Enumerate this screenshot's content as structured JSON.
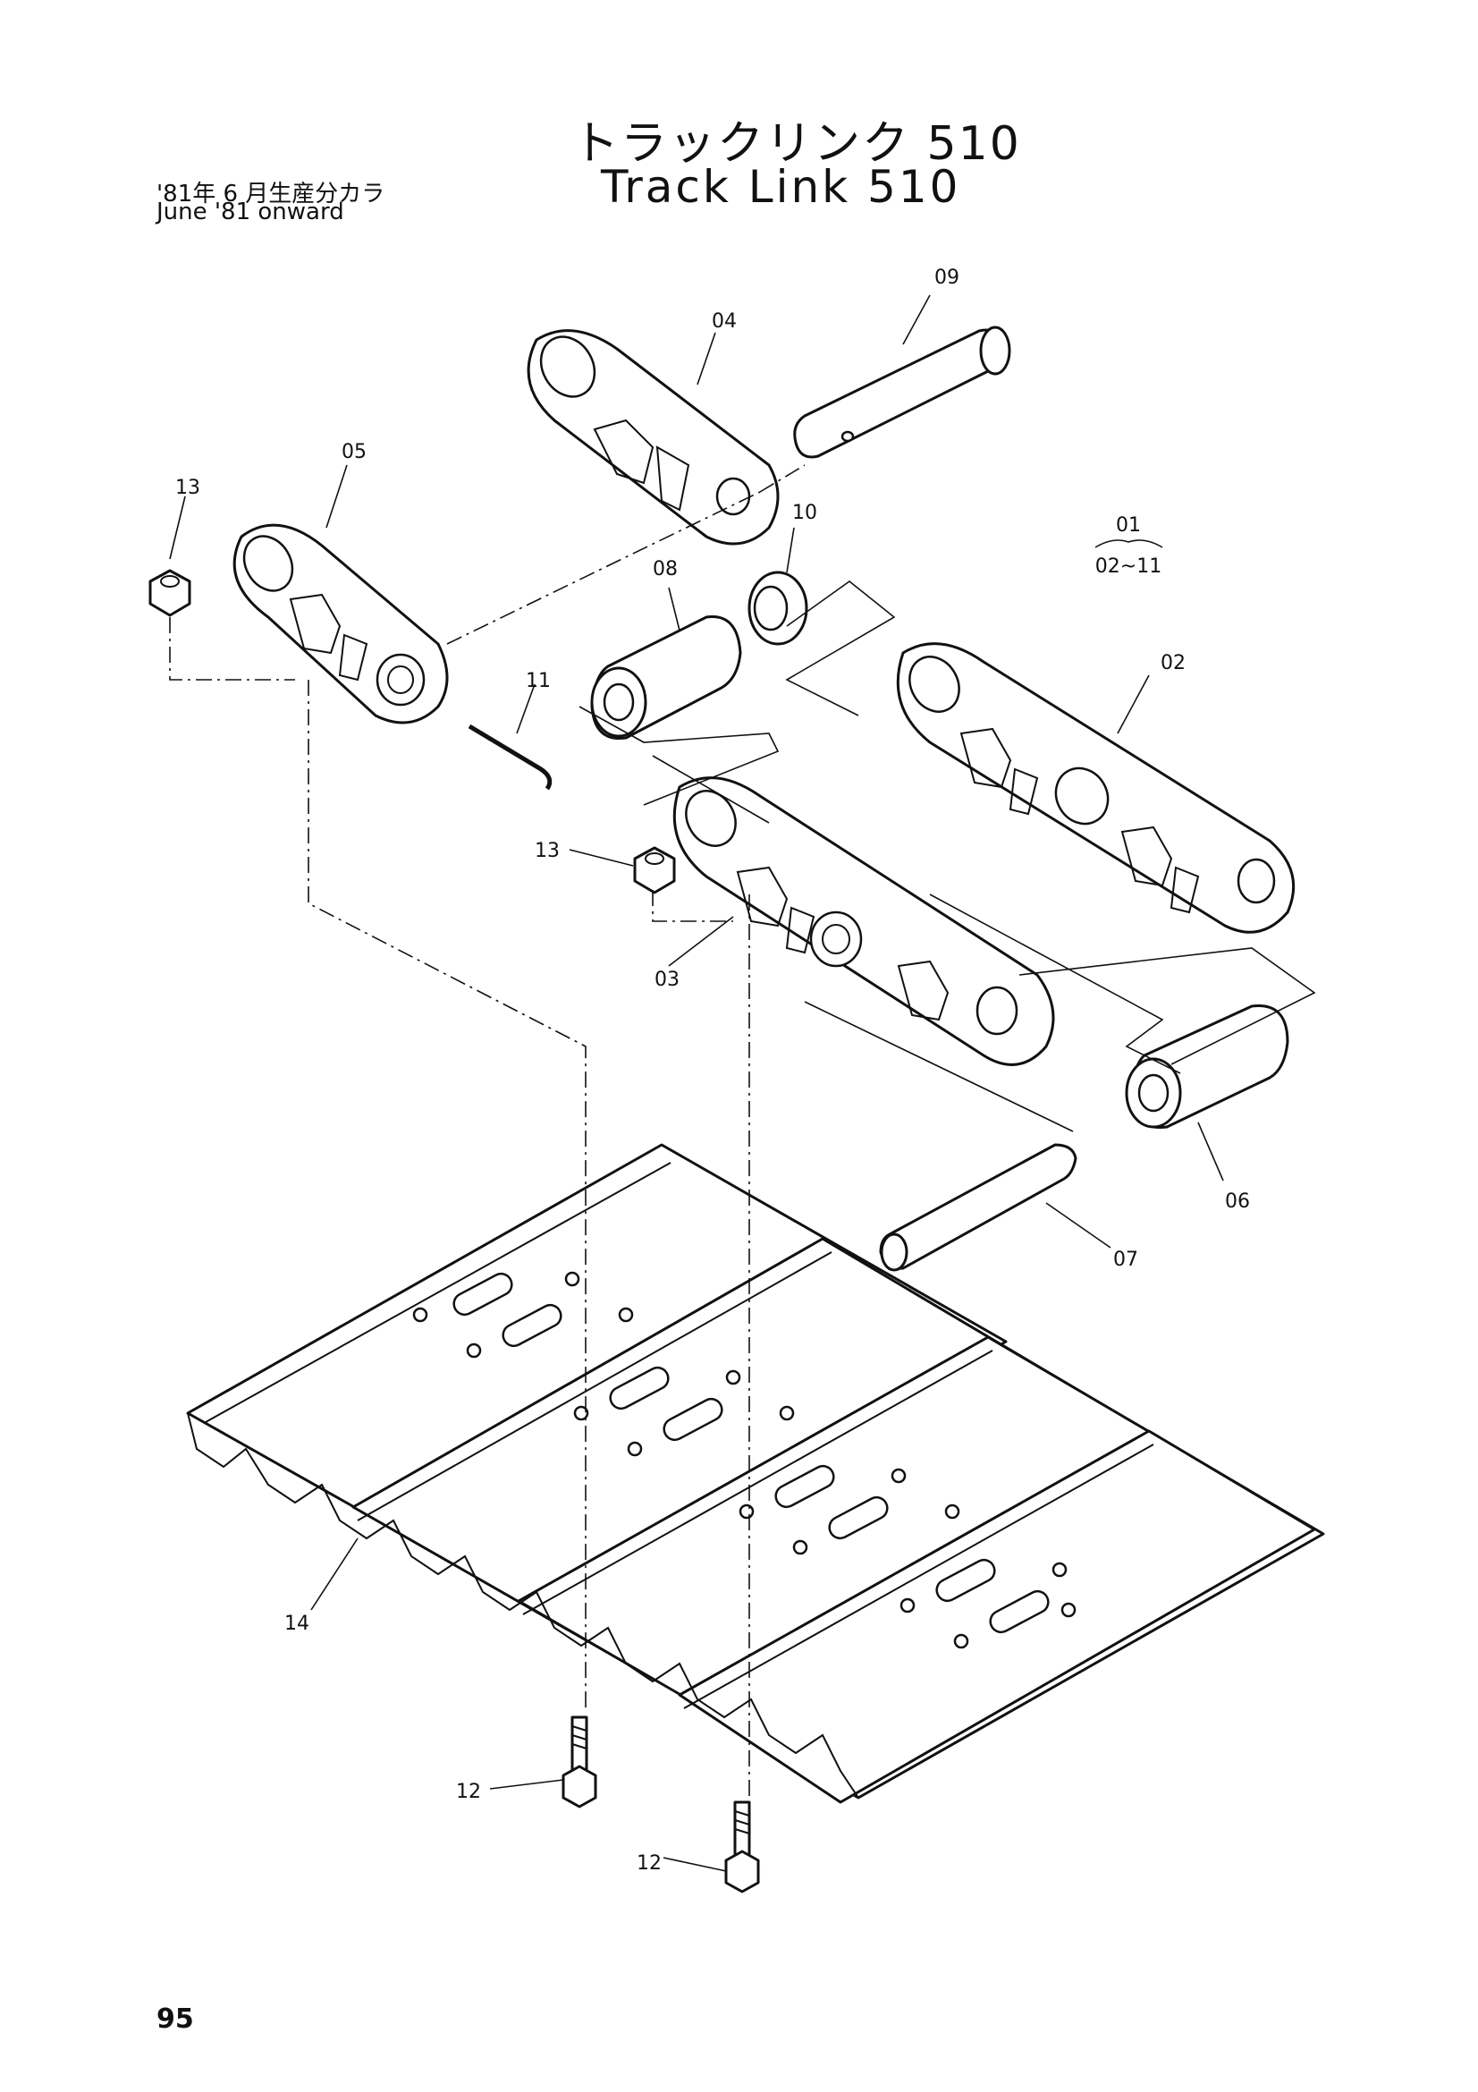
{
  "header": {
    "title_ja": "トラックリンク 510",
    "title_en": "Track Link 510",
    "production_ja": "'81年 6 月生産分カラ",
    "production_en": "June '81 onward"
  },
  "assembly_note": {
    "parent": "01",
    "children": "02~11"
  },
  "callouts": {
    "p02": "02",
    "p03": "03",
    "p04": "04",
    "p05": "05",
    "p06": "06",
    "p07": "07",
    "p08": "08",
    "p09": "09",
    "p10": "10",
    "p11": "11",
    "p12a": "12",
    "p12b": "12",
    "p13a": "13",
    "p13b": "13",
    "p14": "14"
  },
  "footer": {
    "page_number": "95"
  }
}
